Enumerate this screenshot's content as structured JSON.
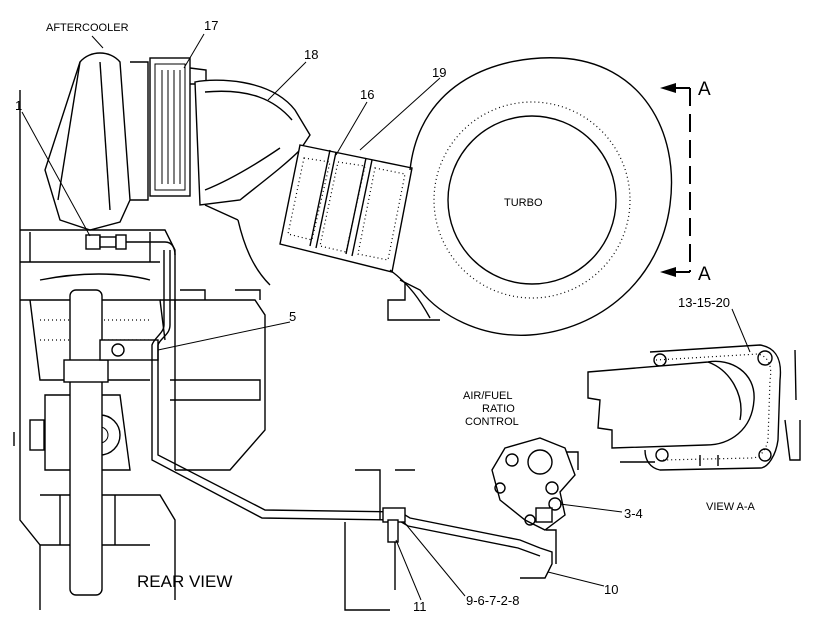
{
  "labels": {
    "aftercooler": "AFTERCOOLER",
    "turbo": "TURBO",
    "air_fuel_line1": "AIR/FUEL",
    "air_fuel_line2": "RATIO",
    "air_fuel_line3": "CONTROL",
    "rear_view": "REAR VIEW",
    "view_aa": "VIEW A-A",
    "section_top": "A",
    "section_bottom": "A"
  },
  "callouts": {
    "c1": "1",
    "c17": "17",
    "c18": "18",
    "c19": "19",
    "c16": "16",
    "c5": "5",
    "c13_15_20": "13-15-20",
    "c3_4": "3-4",
    "c10": "10",
    "c11": "11",
    "c9_6_7_2_8": "9-6-7-2-8"
  }
}
